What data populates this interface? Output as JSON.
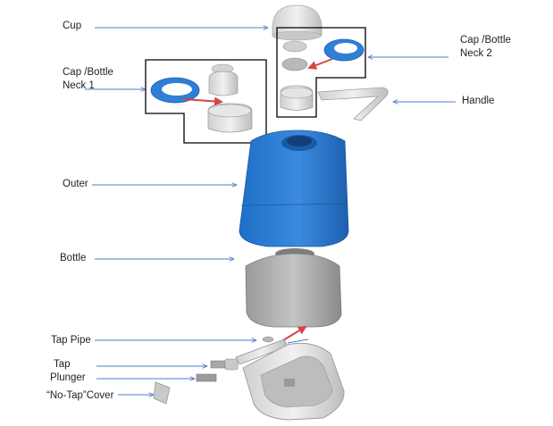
{
  "labels": {
    "cup": "Cup",
    "cap_neck_1_line1": "Cap /Bottle",
    "cap_neck_1_line2": "Neck 1",
    "cap_neck_2_line1": "Cap /Bottle",
    "cap_neck_2_line2": "Neck 2",
    "handle": "Handle",
    "outer": "Outer",
    "bottle": "Bottle",
    "tap_pipe": "Tap Pipe",
    "tap_line1": "Tap",
    "tap_line2": "Plunger",
    "no_tap_cover": "“No-Tap”Cover"
  },
  "colors": {
    "leader_line": "#4a7fc9",
    "outer_blue": "#2f7fd6",
    "bottle_grey": "#8e8e8e",
    "part_light_grey": "#d6d6d6",
    "arrow_red": "#d64545",
    "frame": "#000000"
  }
}
